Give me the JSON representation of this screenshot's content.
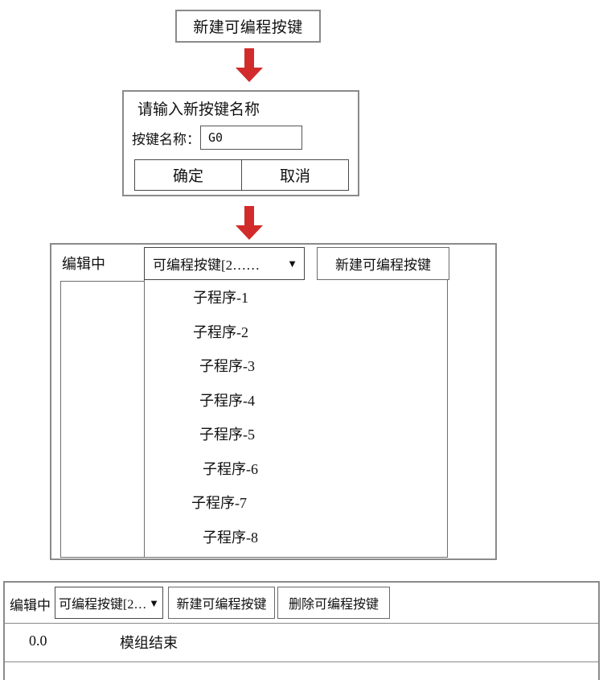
{
  "step1": {
    "title": "新建可编程按键"
  },
  "arrows": {
    "color": "#d22b2b",
    "icon_1": "down-arrow-icon",
    "icon_2": "down-arrow-icon"
  },
  "step2_dialog": {
    "title": "请输入新按键名称",
    "field_label": "按键名称：",
    "field_value": "G0",
    "confirm_label": "确定",
    "cancel_label": "取消"
  },
  "step3_panel": {
    "editing_label": "编辑中",
    "select_value": "可编程按键[2……",
    "caret": "▼",
    "new_button_label": "新建可编程按键",
    "dropdown_options": [
      "子程序-1",
      "子程序-2",
      "子程序-3",
      "子程序-4",
      "子程序-5",
      "子程序-6",
      "子程序-7",
      "子程序-8"
    ]
  },
  "step4_panel": {
    "editing_label": "编辑中",
    "select_value": "可编程按键[2…",
    "caret": "▼",
    "new_button_label": "新建可编程按键",
    "delete_button_label": "删除可编程按键",
    "row": {
      "number": "0.0",
      "text": "模组结束"
    }
  }
}
